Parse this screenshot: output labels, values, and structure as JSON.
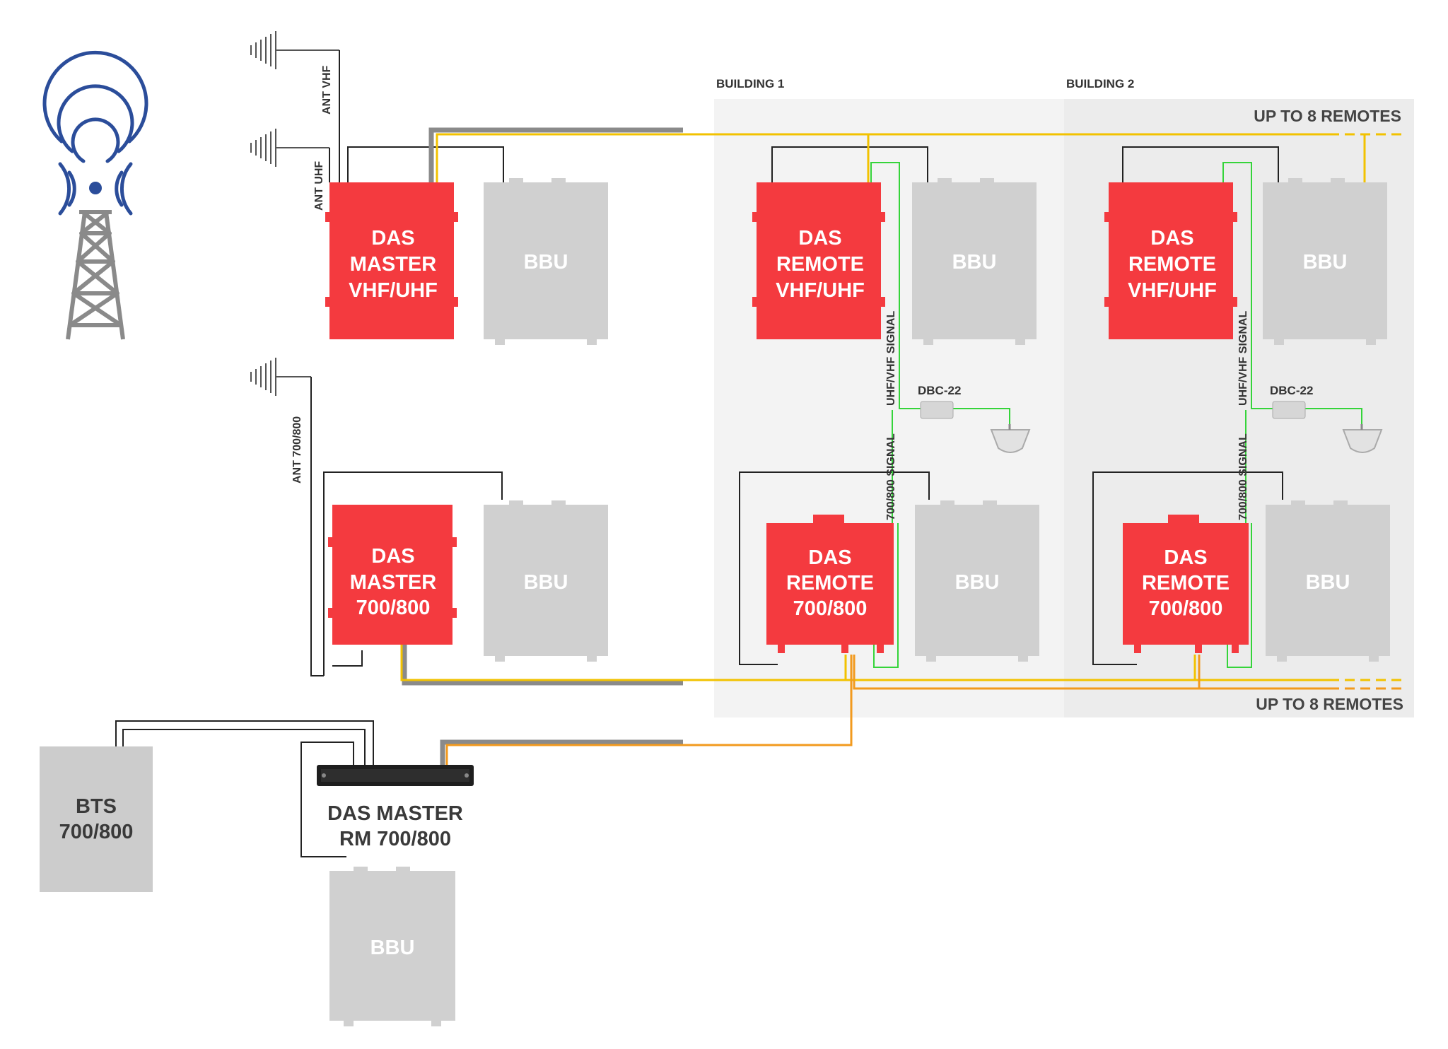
{
  "buildings": {
    "b1": "BUILDING 1",
    "b2": "BUILDING 2",
    "remotes_top": "UP TO 8 REMOTES",
    "remotes_bottom": "UP TO 8 REMOTES"
  },
  "antennas": {
    "vhf": "ANT VHF",
    "uhf": "ANT UHF",
    "a700": "ANT 700/800"
  },
  "master_vhf": [
    "DAS",
    "MASTER",
    "VHF/UHF"
  ],
  "master_700": [
    "DAS",
    "MASTER",
    "700/800"
  ],
  "remote_vhf": [
    "DAS",
    "REMOTE",
    "VHF/UHF"
  ],
  "remote_700": [
    "DAS",
    "REMOTE",
    "700/800"
  ],
  "bbu": "BBU",
  "bts": [
    "BTS",
    "700/800"
  ],
  "master_rm": [
    "DAS MASTER",
    "RM 700/800"
  ],
  "dbc": "DBC-22",
  "signal_uhf": "UHF/VHF  SIGNAL",
  "signal_700": "700/800  SIGNAL",
  "colors": {
    "das_red": "#f43a3f",
    "bbu_gray": "#cfcfcf",
    "bts_gray": "#cccccc",
    "fiber_yellow": "#f2c200",
    "fiber_orange": "#f29a1e",
    "fiber_gray": "#888888",
    "signal_green": "#35d43a",
    "tower_blue": "#2b4d9a",
    "building_bg": "#f2f2f2"
  }
}
